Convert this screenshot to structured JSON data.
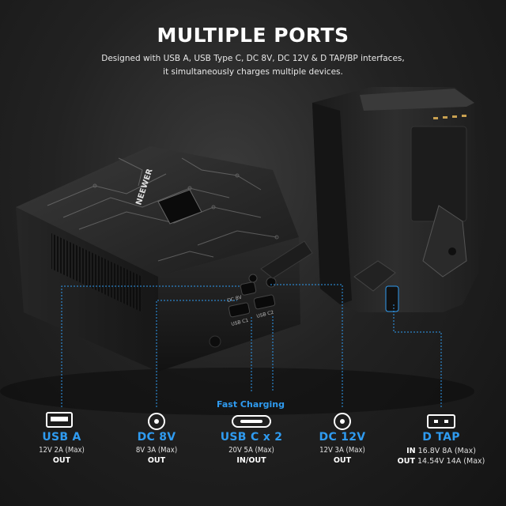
{
  "header": {
    "title": "MULTIPLE PORTS",
    "subtitle_line1": "Designed with USB A, USB Type C, DC 8V, DC 12V & D TAP/BP interfaces,",
    "subtitle_line2": "it simultaneously charges multiple devices."
  },
  "device": {
    "brand": "NEEWER",
    "port_labels": {
      "dc8v": "DC 8V",
      "usbc1": "USB C1",
      "usbc2": "USB C2"
    }
  },
  "fast_charging": "Fast Charging",
  "ports": [
    {
      "name": "USB A",
      "spec": "12V 2A (Max)",
      "direction": "OUT",
      "icon": "usb-a-icon"
    },
    {
      "name": "DC 8V",
      "spec": "8V 3A (Max)",
      "direction": "OUT",
      "icon": "dc-barrel-icon"
    },
    {
      "name": "USB C x 2",
      "spec": "20V 5A (Max)",
      "direction": "IN/OUT",
      "icon": "usb-c-icon"
    },
    {
      "name": "DC 12V",
      "spec": "12V 3A (Max)",
      "direction": "OUT",
      "icon": "dc-barrel-icon"
    },
    {
      "name": "D TAP",
      "icon": "d-tap-icon",
      "in_label": "IN",
      "in_spec": "16.8V 8A (Max)",
      "out_label": "OUT",
      "out_spec": "14.54V 14A (Max)"
    }
  ],
  "colors": {
    "accent": "#2f9bf0",
    "text": "#ffffff",
    "background": "#1e1e1e"
  }
}
